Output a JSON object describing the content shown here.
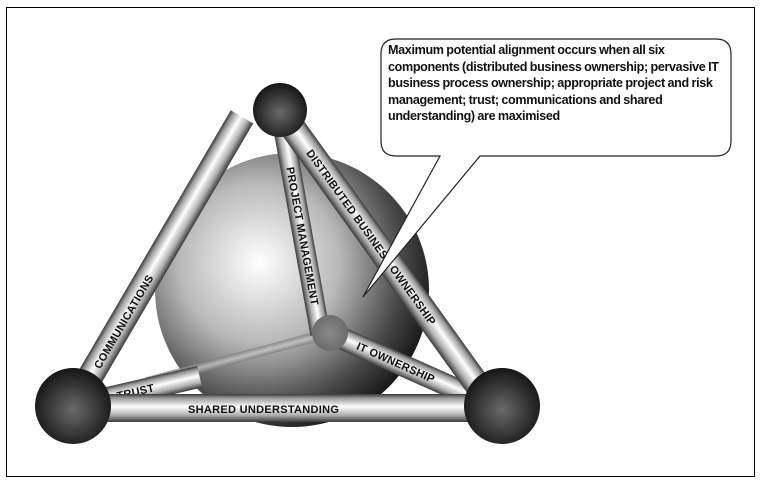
{
  "callout": {
    "text": "Maximum potential alignment occurs when all six components (distributed business ownership; pervasive IT business process ownership; appropriate project and risk management;  trust; communications and shared understanding) are maximised"
  },
  "rods": {
    "communications": "COMMUNICATIONS",
    "distributed_business_ownership": "DISTRIBUTED BUSINESS OWNERSHIP",
    "project_management": "PROJECT MANAGEMENT",
    "it_ownership": "IT OWNERSHIP",
    "trust": "TRUST",
    "shared_understanding": "SHARED UNDERSTANDING"
  },
  "colors": {
    "frame": "#000000",
    "ball_dark": "#1a1a1a",
    "ball_light": "#6a6a6a",
    "rod_light": "#ffffff",
    "rod_dark": "#5a5a5a"
  }
}
